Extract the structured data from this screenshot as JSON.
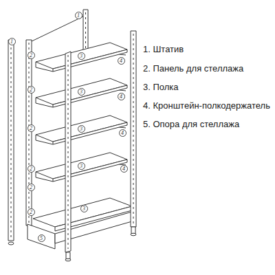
{
  "diagram": {
    "labels": [
      "1",
      "1",
      "2",
      "2",
      "2",
      "2",
      "2",
      "2",
      "3",
      "3",
      "3",
      "3",
      "3",
      "4",
      "4",
      "4",
      "4",
      "5",
      "1. Штатив",
      "2. Панель для стеллажа",
      "3. Полка",
      "4. Кронштейн-полкодержатель",
      "5. Опора для стеллажа"
    ]
  }
}
